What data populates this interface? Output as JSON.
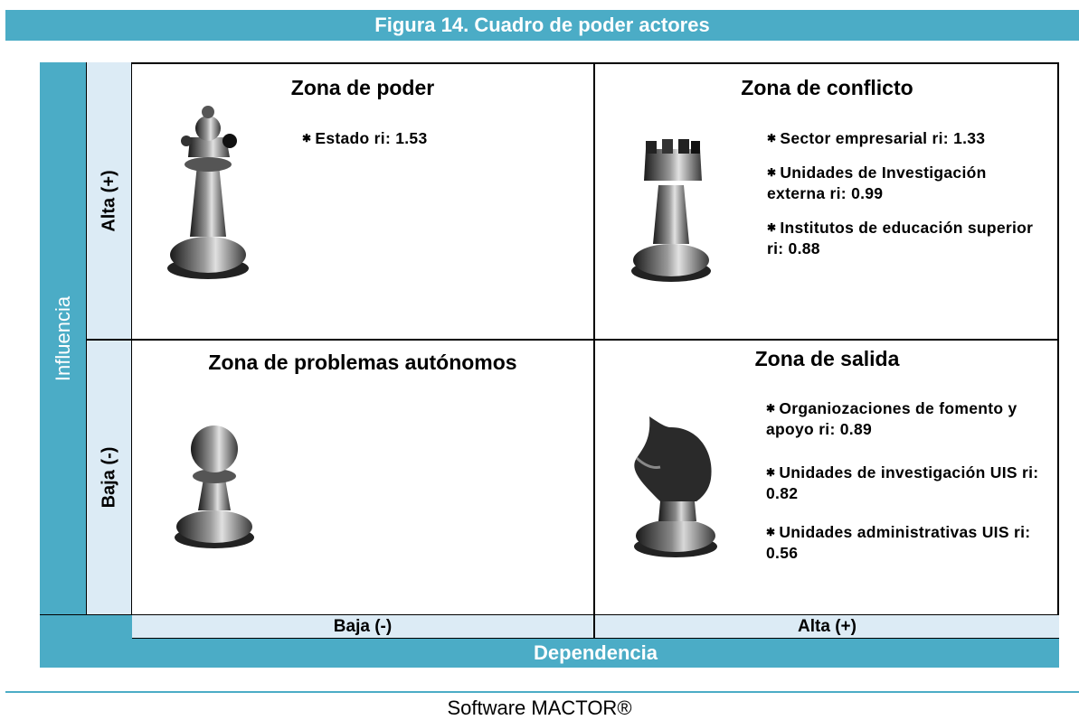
{
  "title": "Figura 14. Cuadro de poder actores",
  "axes": {
    "y_label": "Influencia",
    "y_high": "Alta (+)",
    "y_low": "Baja (-)",
    "x_label": "Dependencia",
    "x_low": "Baja (-)",
    "x_high": "Alta (+)"
  },
  "zones": {
    "power": {
      "title": "Zona de poder",
      "piece_icon": "chess-queen-icon",
      "actors": [
        "Estado  ri: 1.53"
      ]
    },
    "conflict": {
      "title": "Zona de conflicto",
      "piece_icon": "chess-rook-icon",
      "actors": [
        "Sector empresarial  ri: 1.33",
        "Unidades de Investigación   externa ri: 0.99",
        "Institutos de  educación superior  ri: 0.88"
      ]
    },
    "autonomous": {
      "title": "Zona de problemas autónomos",
      "piece_icon": "chess-pawn-icon",
      "actors": []
    },
    "exit": {
      "title": "Zona de salida",
      "piece_icon": "chess-knight-icon",
      "actors": [
        "Organiozaciones  de fomento y apoyo ri: 0.89",
        "Unidades de investigación UIS ri: 0.82",
        "Unidades administrativas UIS  ri: 0.56"
      ]
    }
  },
  "source": "Software MACTOR®",
  "colors": {
    "accent": "#4bacc6",
    "light": "#dcebf5",
    "border": "#000000"
  }
}
